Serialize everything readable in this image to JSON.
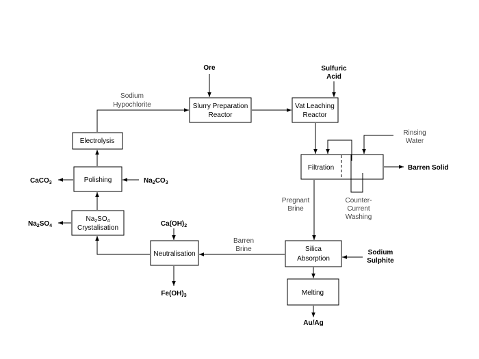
{
  "nodes": {
    "slurry": {
      "line1": "Slurry Preparation",
      "line2": "Reactor"
    },
    "vat": {
      "line1": "Vat Leaching",
      "line2": "Reactor"
    },
    "electrolysis": {
      "label": "Electrolysis"
    },
    "filtration": {
      "label": "Filtration"
    },
    "polishing": {
      "label": "Polishing"
    },
    "crystal": {
      "line1_main": "Na",
      "line1_sub1": "2",
      "line1_mid": "SO",
      "line1_sub2": "4",
      "line2": "Crystalisation"
    },
    "neutral": {
      "label": "Neutralisation"
    },
    "silica": {
      "line1": "Silica",
      "line2": "Absorption"
    },
    "melting": {
      "label": "Melting"
    }
  },
  "inputs": {
    "ore": "Ore",
    "sulfuric_1": "Sulfuric",
    "sulfuric_2": "Acid",
    "rinsing_1": "Rinsing",
    "rinsing_2": "Water",
    "na2co3_a": "Na",
    "na2co3_b": "2",
    "na2co3_c": "CO",
    "na2co3_d": "3",
    "caoh2_a": "Ca(OH)",
    "caoh2_b": "2",
    "sodium_sulphite_1": "Sodium",
    "sodium_sulphite_2": "Sulphite"
  },
  "outputs": {
    "barren_solid": "Barren Solid",
    "caco3_a": "CaCO",
    "caco3_b": "3",
    "na2so4_a": "Na",
    "na2so4_b": "2",
    "na2so4_c": "SO",
    "na2so4_d": "4",
    "feoh3_a": "Fe(OH)",
    "feoh3_b": "3",
    "auag": "Au/Ag"
  },
  "streams": {
    "sodium_hypochlorite_1": "Sodium",
    "sodium_hypochlorite_2": "Hypochlorite",
    "pregnant_brine_1": "Pregnant",
    "pregnant_brine_2": "Brine",
    "counter_current_1": "Counter-",
    "counter_current_2": "Current",
    "counter_current_3": "Washing",
    "barren_brine_1": "Barren",
    "barren_brine_2": "Brine"
  },
  "colors": {
    "line": "#000000",
    "box_fill": "#ffffff",
    "stream_text": "#444444"
  }
}
